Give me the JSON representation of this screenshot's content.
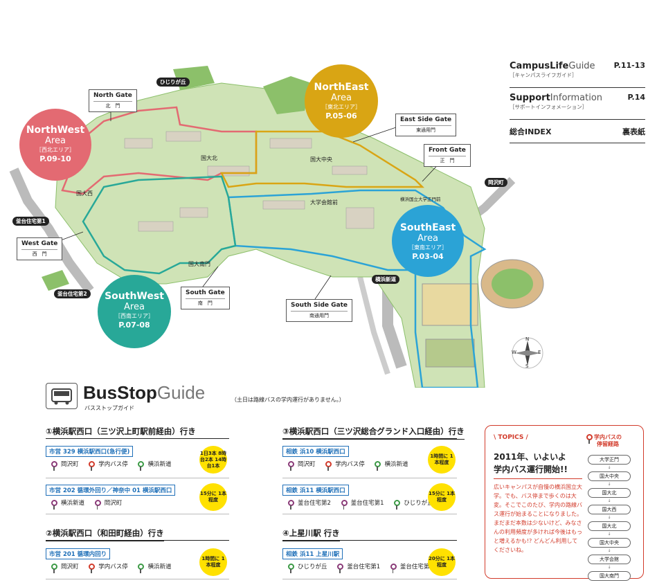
{
  "index": [
    {
      "title_bold": "CampusLife",
      "title_light": "Guide",
      "sub": "［キャンパスライフガイド］",
      "page": "P.11-13"
    },
    {
      "title_bold": "Support",
      "title_light": "Information",
      "sub": "［サポートインフォメーション］",
      "page": "P.14"
    },
    {
      "title_bold": "総合INDEX",
      "title_light": "",
      "sub": "",
      "page": "裏表紙"
    }
  ],
  "areas": {
    "northwest": {
      "name1": "NorthWest",
      "name2": "Area",
      "jp": "［西北エリア］",
      "page": "P.09-10",
      "color": "#e36a72"
    },
    "northeast": {
      "name1": "NorthEast",
      "name2": "Area",
      "jp": "［東北エリア］",
      "page": "P.05-06",
      "color": "#d9a514"
    },
    "southeast": {
      "name1": "SouthEast",
      "name2": "Area",
      "jp": "［東南エリア］",
      "page": "P.03-04",
      "color": "#2ba3d6"
    },
    "southwest": {
      "name1": "SouthWest",
      "name2": "Area",
      "jp": "［西南エリア］",
      "page": "P.07-08",
      "color": "#28a898"
    }
  },
  "gates": {
    "north": {
      "en": "North Gate",
      "jp": "北　門"
    },
    "east_side": {
      "en": "East Side Gate",
      "jp": "東通用門"
    },
    "front": {
      "en": "Front Gate",
      "jp": "正　門"
    },
    "west": {
      "en": "West Gate",
      "jp": "西　門"
    },
    "south": {
      "en": "South Gate",
      "jp": "南　門"
    },
    "south_side": {
      "en": "South Side Gate",
      "jp": "南通用門"
    }
  },
  "map_labels": {
    "kokudai_kita": "国大北",
    "kokudai_chuo": "国大中央",
    "kokudai_nishi": "国大西",
    "daigaku_kaikan": "大学会館前",
    "kokudai_seimon": "横浜国立大学正門前",
    "kokudai_minami": "国大南門"
  },
  "bus_badges": {
    "hijirigaoka": "ひじりが丘",
    "okazawa": "岡沢町",
    "kamadai1": "釜台住宅第1",
    "kamadai2": "釜台住宅第2",
    "yokohama_shindo": "横浜新道"
  },
  "compass": {
    "n": "N",
    "s": "S",
    "e": "E",
    "w": "W"
  },
  "busstop": {
    "title_bold": "BusStop",
    "title_light": "Guide",
    "title_jp": "バスストップガイド",
    "note": "（土日は路線バスの学内運行がありません。）"
  },
  "routes": [
    {
      "title": "①横浜駅西口（三ツ沢上町駅前経由）行き",
      "boxes": [
        {
          "head": "市営 329 横浜駅西口(急行便)",
          "stops": [
            "岡沢町",
            "学内バス停",
            "横浜新道"
          ],
          "freq": "1日3本 8時台2本 14時台1本"
        },
        {
          "head": "市営 202 循環外回り／神奈中 01 横浜駅西口",
          "stops": [
            "横浜新道",
            "岡沢町"
          ],
          "freq": "15分に 1本程度"
        }
      ]
    },
    {
      "title": "②横浜駅西口（和田町経由）行き",
      "boxes": [
        {
          "head": "市営 201 循環内回り",
          "stops": [
            "岡沢町",
            "学内バス停",
            "横浜新道"
          ],
          "freq": "1時間に 1本程度"
        }
      ]
    },
    {
      "title": "③横浜駅西口（三ツ沢総合グランド入口経由）行き",
      "boxes": [
        {
          "head": "相鉄 浜10 横浜駅西口",
          "stops": [
            "岡沢町",
            "学内バス停",
            "横浜新道"
          ],
          "freq": "1時間に 1本程度"
        },
        {
          "head": "相鉄 浜11 横浜駅西口",
          "stops": [
            "釜台住宅第2",
            "釜台住宅第1",
            "ひじりが丘"
          ],
          "freq": "15分に 1本程度"
        }
      ]
    },
    {
      "title": "④上星川駅 行き",
      "boxes": [
        {
          "head": "相鉄 浜11 上星川駅",
          "stops": [
            "ひじりが丘",
            "釜台住宅第1",
            "釜台住宅第2"
          ],
          "freq": "20分に 1本程度"
        }
      ]
    }
  ],
  "topics": {
    "label": "\\ TOPICS /",
    "headline1": "2011年、いよいよ",
    "headline2": "学内バス運行開始!!",
    "body": "広いキャンパスが自慢の横浜国立大学。でも、バス停まで歩くのは大変。そこでこのたび、学内の路線バス運行が始まることになりました。まだまだ本数は少ないけど、みなさんの利用頻度が多ければ今後はもっと増えるかも!? どんどん利用してくださいね。",
    "route_title1": "学内バスの",
    "route_title2": "停留経路",
    "route_stops": [
      "大学正門",
      "国大中央",
      "国大北",
      "国大西",
      "国大北",
      "国大中央",
      "大学会館",
      "国大南門"
    ]
  }
}
